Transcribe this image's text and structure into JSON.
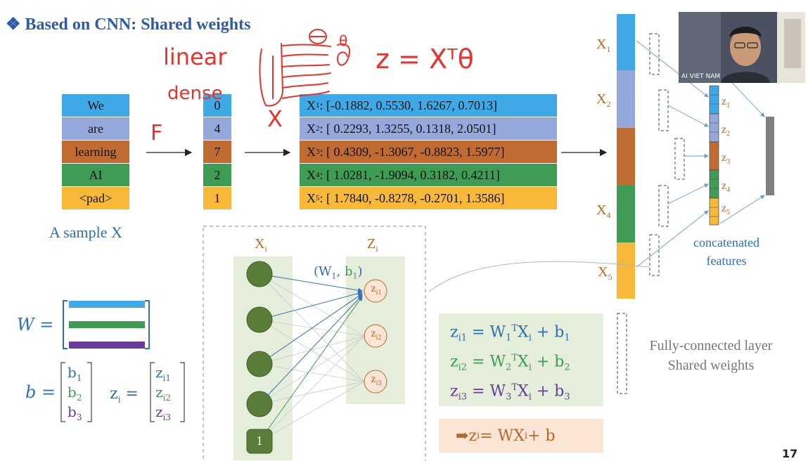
{
  "title": "Based on CNN: Shared weights",
  "title_bullet": "❖",
  "tokens": [
    "We",
    "are",
    "learning",
    "AI",
    "<pad>"
  ],
  "indices": [
    "0",
    "4",
    "7",
    "2",
    "1"
  ],
  "vectors": [
    {
      "label": "X",
      "sub": "1",
      "text": ": [-0.1882,  0.5530,  1.6267,  0.7013]"
    },
    {
      "label": "X",
      "sub": "2",
      "text": ": [ 0.2293,  1.3255,  0.1318,  2.0501]"
    },
    {
      "label": "X",
      "sub": "3",
      "text": ": [ 0.4309, -1.3067, -0.8823,  1.5977]"
    },
    {
      "label": "X",
      "sub": "4",
      "text": ": [ 1.0281, -1.9094,  0.3182,  0.4211]"
    },
    {
      "label": "X",
      "sub": "5",
      "text": ": [ 1.7840, -0.8278, -0.2701,  1.3586]"
    }
  ],
  "sample_label": "A sample X",
  "right_x_labels": [
    {
      "label": "X",
      "sub": "1"
    },
    {
      "label": "X",
      "sub": "2"
    },
    {
      "label": "X",
      "sub": "4"
    },
    {
      "label": "X",
      "sub": "5"
    }
  ],
  "z_labels": [
    {
      "label": "z",
      "sub": "1"
    },
    {
      "label": "z",
      "sub": "2"
    },
    {
      "label": "z",
      "sub": "3"
    },
    {
      "label": "z",
      "sub": "4"
    },
    {
      "label": "z",
      "sub": "5"
    }
  ],
  "concat_label_1": "concatenated",
  "concat_label_2": "features",
  "nn": {
    "xi_label": "X",
    "xi_sub": "i",
    "zi_label": "Z",
    "zi_sub": "i",
    "weight_label": "(W",
    "weight_sub": "1",
    "weight_sep": ", ",
    "bias_label": "b",
    "bias_sub": "1",
    "weight_close": ")",
    "bias_node": "1",
    "out_nodes": [
      {
        "label": "z",
        "sub": "i1"
      },
      {
        "label": "z",
        "sub": "i2"
      },
      {
        "label": "z",
        "sub": "i3"
      }
    ]
  },
  "matrix": {
    "w_label": "W =",
    "b_label": "b =",
    "zi_label": "z",
    "zi_sub": "i",
    "zi_eq": " =",
    "b_entries": [
      {
        "label": "b",
        "sub": "1"
      },
      {
        "label": "b",
        "sub": "2"
      },
      {
        "label": "b",
        "sub": "3"
      }
    ],
    "z_entries": [
      {
        "label": "z",
        "sub": "i1"
      },
      {
        "label": "z",
        "sub": "i2"
      },
      {
        "label": "z",
        "sub": "i3"
      }
    ]
  },
  "equations": [
    {
      "lhs": "z",
      "lhs_sub": "i1",
      "mid": " = W",
      "w_sub": "1",
      "sup": "T",
      "rest": "X",
      "rest_sub": "i",
      "plus": " + b",
      "b_sub": "1"
    },
    {
      "lhs": "z",
      "lhs_sub": "i2",
      "mid": " = W",
      "w_sub": "2",
      "sup": "T",
      "rest": "X",
      "rest_sub": "i",
      "plus": " + b",
      "b_sub": "2"
    },
    {
      "lhs": "z",
      "lhs_sub": "i3",
      "mid": " = W",
      "w_sub": "3",
      "sup": "T",
      "rest": "X",
      "rest_sub": "i",
      "plus": " + b",
      "b_sub": "3"
    }
  ],
  "summary_eq": {
    "arrow": "➡",
    "lhs": " z",
    "lhs_sub": "i",
    "rest": " = WX",
    "rest_sub": "i",
    "tail": " + b"
  },
  "fc_label_1": "Fully-connected layer",
  "fc_label_2": "Shared weights",
  "page_number": "17",
  "video_label": "AI VIET NAM",
  "annotations": {
    "linear": "linear",
    "dense": "dense",
    "f": "F",
    "x": "X",
    "formula": "z = Xᵀθ",
    "theta": "θ"
  },
  "colors": {
    "blue": "#3fa9e8",
    "lavender": "#95a8dc",
    "brown": "#bf6b32",
    "green": "#3f9c55",
    "yellow": "#f8b93a",
    "title": "#2e5aa8",
    "annotation": "#e8332a",
    "eq_z1": "#2e6fb5",
    "eq_z2": "#3f9c55",
    "eq_z3": "#6a3d9a"
  }
}
